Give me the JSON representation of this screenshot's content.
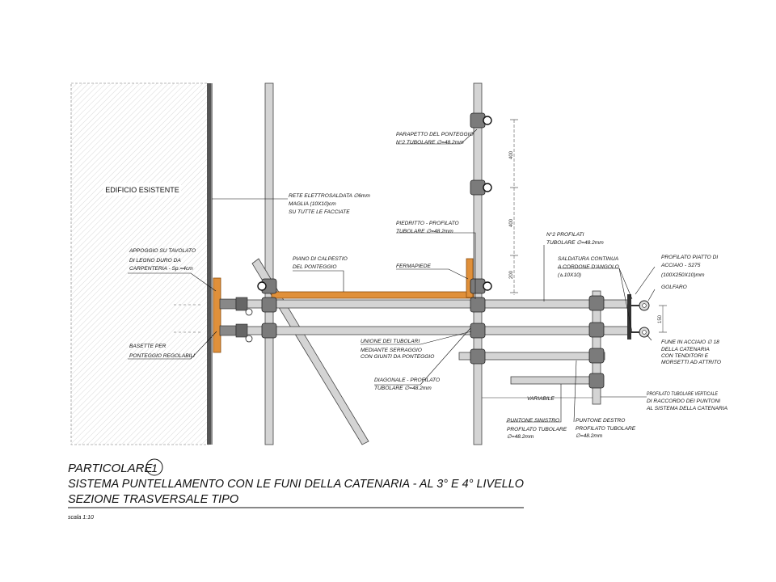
{
  "building": {
    "label": "EDIFICIO ESISTENTE"
  },
  "labels": {
    "rete": [
      "RETE ELETTROSALDATA ∅6mm",
      "MAGLIA (10X10)cm",
      "SU TUTTE LE FACCIATE"
    ],
    "appoggio": [
      "APPOGGIO SU TAVOLATO",
      "DI LEGNO DURO DA",
      "CARPENTERIA - Sp.=4cm"
    ],
    "basette": [
      "BASETTE PER",
      "PONTEGGIO REGOLABILI"
    ],
    "piano": [
      "PIANO DI CALPESTIO",
      "DEL PONTEGGIO"
    ],
    "parapetto": [
      "PARAPETTO DEL PONTEGGIO",
      "N°2 TUBOLARE ∅=48.2mm"
    ],
    "piedritto": [
      "PIEDRITTO - PROFILATO",
      "TUBOLARE ∅=48.2mm"
    ],
    "fermapiede": "FERMAPIEDE",
    "n2profilati": [
      "N°2 PROFILATI",
      "TUBOLARE ∅=48.2mm"
    ],
    "saldatura": [
      "SALDATURA CONTINUA",
      "A CORDONE D'ANGOLO",
      "(⊾10X10)"
    ],
    "profilato_piatto": [
      "PROFILATO PIATTO DI",
      "ACCIAIO - S275",
      "(100X250X10)mm"
    ],
    "golfaro": "GOLFARO",
    "unione": [
      "UNIONE DEI TUBOLARI",
      "MEDIANTE SERRAGGIO",
      "CON GIUNTI DA PONTEGGIO"
    ],
    "fune": [
      "FUNE IN ACCIAIO ∅ 18",
      "DELLA CATENARIA",
      "CON TENDITORI E",
      "MORSETTI AD ATTRITO"
    ],
    "diagonale": [
      "DIAGONALE - PROFILATO",
      "TUBOLARE ∅=48.2mm"
    ],
    "variabile": "VARIABILE",
    "profilato_verticale": [
      "PROFILATO TUBOLARE VERTICALE",
      "DI RACCORDO DEI PUNTONI",
      "AL SISTEMA DELLA CATENARIA"
    ],
    "puntone_sinistro": [
      "PUNTONE SINISTRO",
      "PROFILATO TUBOLARE",
      "∅=48.2mm"
    ],
    "puntone_destro": [
      "PUNTONE DESTRO",
      "PROFILATO TUBOLARE",
      "∅=48.2mm"
    ]
  },
  "dimensions": {
    "d400a": "400",
    "d400b": "400",
    "d200": "200",
    "d150": "150"
  },
  "title": {
    "particolare": "PARTICOLARE",
    "number": "1",
    "line2": "SISTEMA PUNTELLAMENTO CON LE FUNI DELLA CATENARIA - AL 3° E 4° LIVELLO",
    "line3": "SEZIONE TRASVERSALE TIPO",
    "scale": "scala 1:10"
  },
  "colors": {
    "wood": "#e0903a",
    "pipe": "#d4d4d4",
    "clamp": "#7b7b7b",
    "hatch": "#9a9a9a"
  }
}
